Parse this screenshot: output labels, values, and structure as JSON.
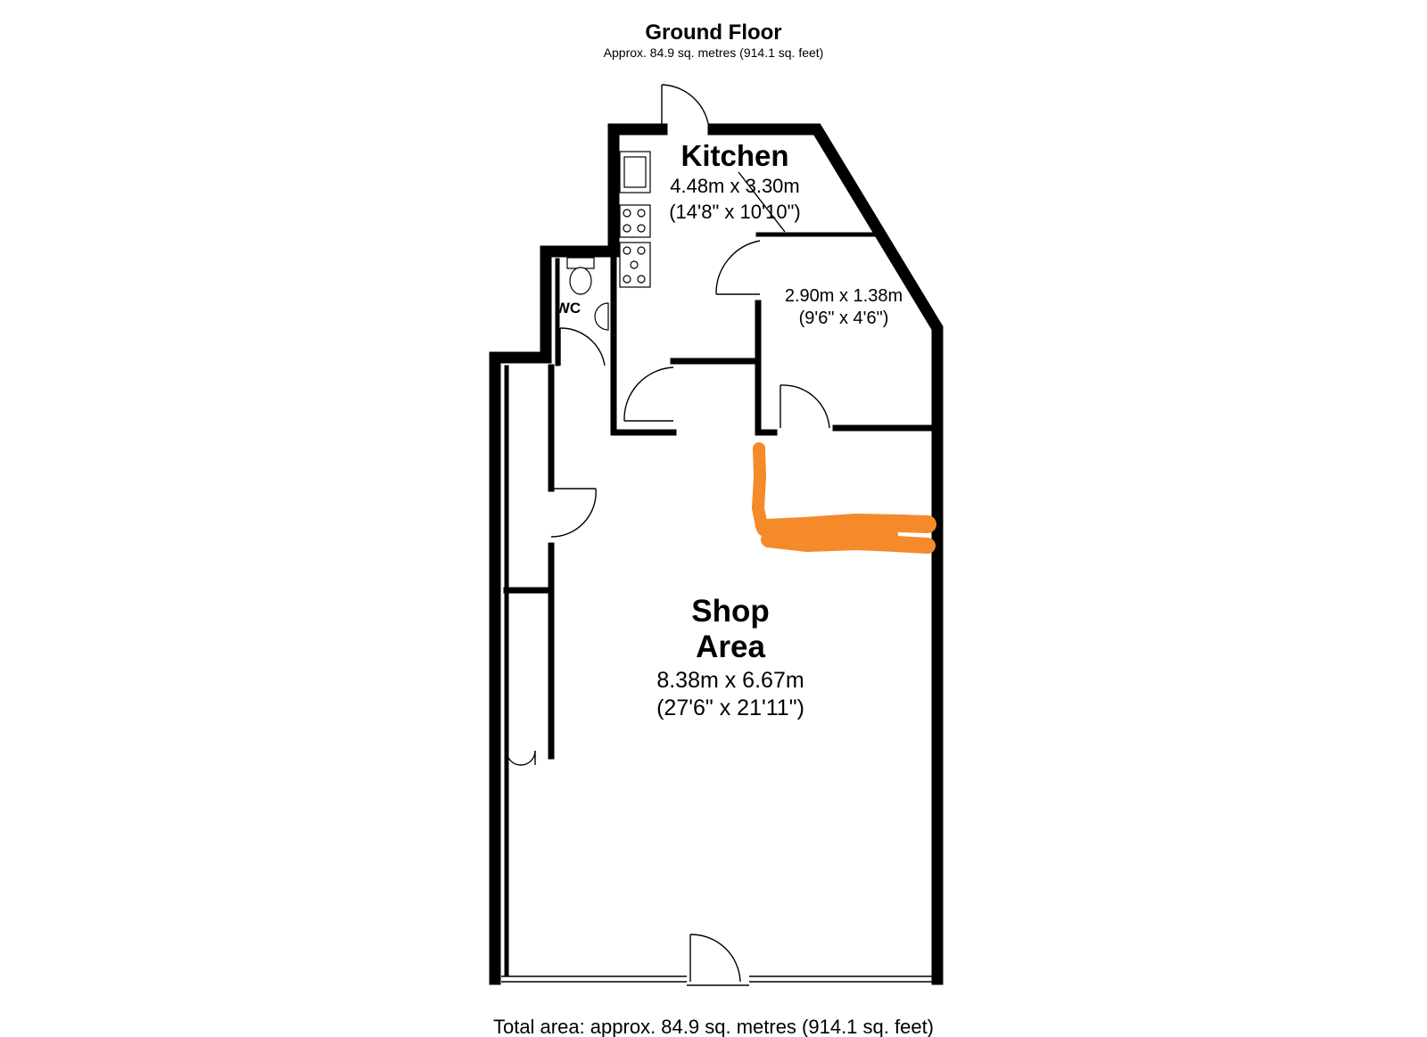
{
  "header": {
    "title": "Ground Floor",
    "subtitle": "Approx. 84.9 sq. metres (914.1 sq. feet)"
  },
  "rooms": {
    "kitchen": {
      "name": "Kitchen",
      "metric": "4.48m x 3.30m",
      "imperial": "(14'8\" x 10'10\")"
    },
    "store": {
      "metric": "2.90m x 1.38m",
      "imperial": "(9'6\" x 4'6\")"
    },
    "wc": {
      "name": "WC"
    },
    "shop": {
      "name_line1": "Shop",
      "name_line2": "Area",
      "metric": "8.38m x 6.67m",
      "imperial": "(27'6\" x 21'11\")"
    }
  },
  "footer": {
    "total": "Total area: approx. 84.9 sq. metres (914.1 sq. feet)"
  },
  "colors": {
    "wall": "#000000",
    "annotation": "#f58a2b",
    "background": "#ffffff"
  }
}
